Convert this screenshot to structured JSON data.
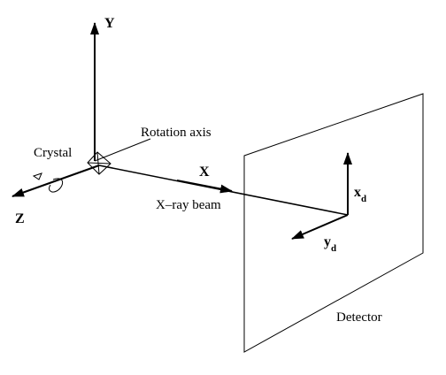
{
  "labels": {
    "y_axis": "Y",
    "x_axis": "X",
    "z_axis": "Z",
    "rotation_axis": "Rotation axis",
    "crystal": "Crystal",
    "xray_beam": "X–ray beam",
    "detector": "Detector",
    "detector_x": "x",
    "detector_x_sub": "d",
    "detector_y": "y",
    "detector_y_sub": "d"
  },
  "colors": {
    "stroke": "#000000",
    "background": "#ffffff"
  }
}
